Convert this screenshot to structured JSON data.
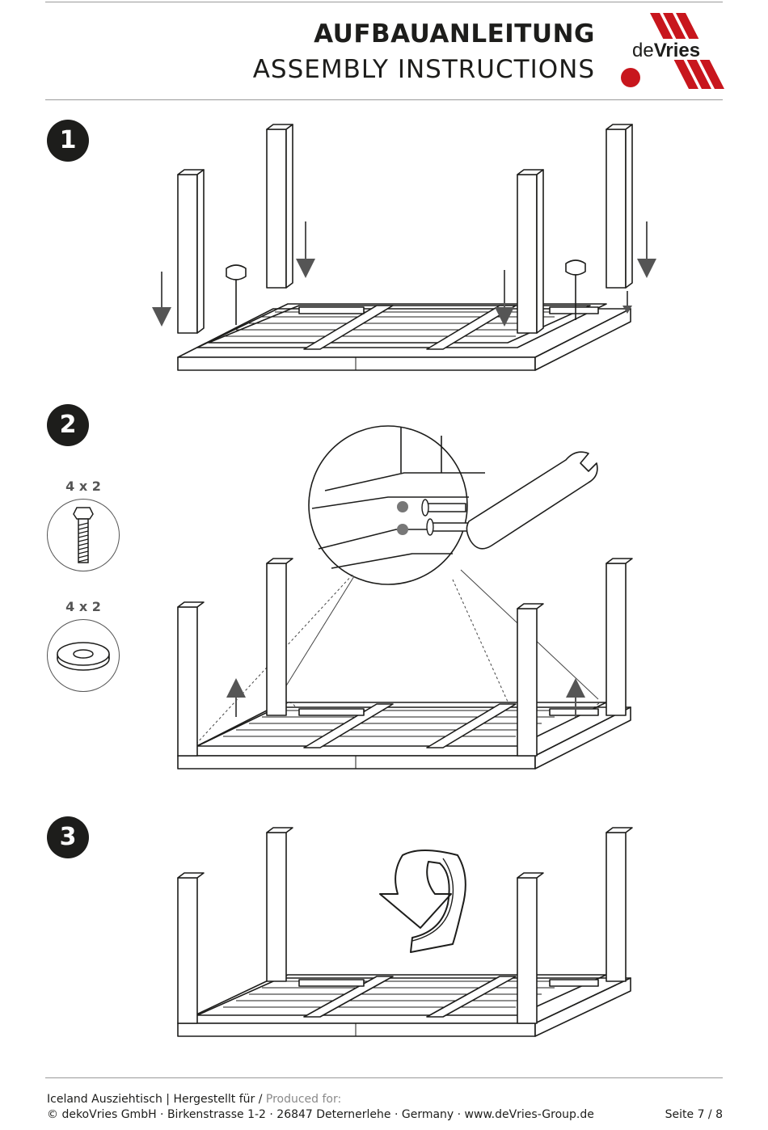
{
  "header": {
    "title_de": "AUFBAUANLEITUNG",
    "title_en": "ASSEMBLY INSTRUCTIONS",
    "logo_text_light": "de",
    "logo_text_bold": "Vries",
    "brand_red": "#c8161d"
  },
  "steps": [
    {
      "number": "1"
    },
    {
      "number": "2",
      "parts": [
        {
          "quantity": "4 x 2",
          "icon": "bolt-icon"
        },
        {
          "quantity": "4 x 2",
          "icon": "washer-icon"
        }
      ]
    },
    {
      "number": "3"
    }
  ],
  "footer": {
    "product": "Iceland Ausziehtisch | Hergestellt für / ",
    "produced_for": "Produced for:",
    "address": "© dekoVries GmbH · Birkenstrasse 1-2 · 26847 Deternerlehe · Germany · www.deVries-Group.de",
    "page": "Seite 7 / 8"
  }
}
